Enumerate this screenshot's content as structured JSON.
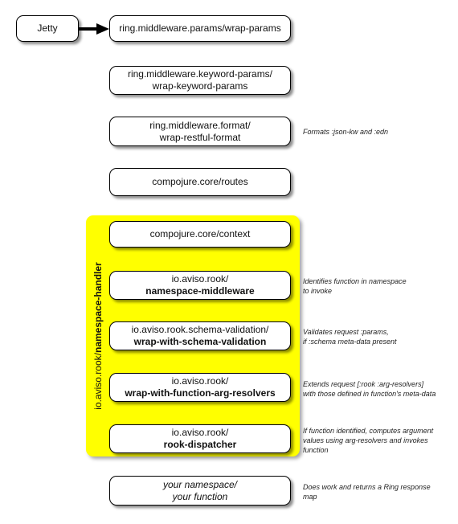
{
  "source": {
    "label": "Jetty"
  },
  "stages": [
    {
      "line1": "ring.middleware.params/wrap-params",
      "line2": "",
      "note": ""
    },
    {
      "line1": "ring.middleware.keyword-params/",
      "line2": "wrap-keyword-params",
      "note": ""
    },
    {
      "line1": "ring.middleware.format/",
      "line2": "wrap-restful-format",
      "note": "Formats :json-kw and :edn"
    },
    {
      "line1": "compojure.core/routes",
      "line2": "",
      "note": ""
    },
    {
      "line1": "compojure.core/context",
      "line2": "",
      "note": ""
    },
    {
      "line1": "io.aviso.rook/",
      "line2": "namespace-middleware",
      "note_line1": "Identifies function in namespace",
      "note_line2": "to invoke"
    },
    {
      "line1": "io.aviso.rook.schema-validation/",
      "line2": "wrap-with-schema-validation",
      "note_line1": "Validates request :params,",
      "note_line2": "if :schema meta-data present"
    },
    {
      "line1": "io.aviso.rook/",
      "line2": "wrap-with-function-arg-resolvers",
      "note_line1": "Extends request [:rook :arg-resolvers]",
      "note_line2": "with those defined in function's meta-data"
    },
    {
      "line1": "io.aviso.rook/",
      "line2": "rook-dispatcher",
      "note_line1": "If function identified, computes argument",
      "note_line2": "values using arg-resolvers and invokes",
      "note_line3": "function"
    },
    {
      "line1": "your namespace/",
      "line2": "your function",
      "note_line1": "Does work and returns a Ring response",
      "note_line2": "map"
    }
  ],
  "handler_group": {
    "prefix": "io.aviso.rook/",
    "name": "namespace-handler",
    "color": "#ffff00"
  }
}
